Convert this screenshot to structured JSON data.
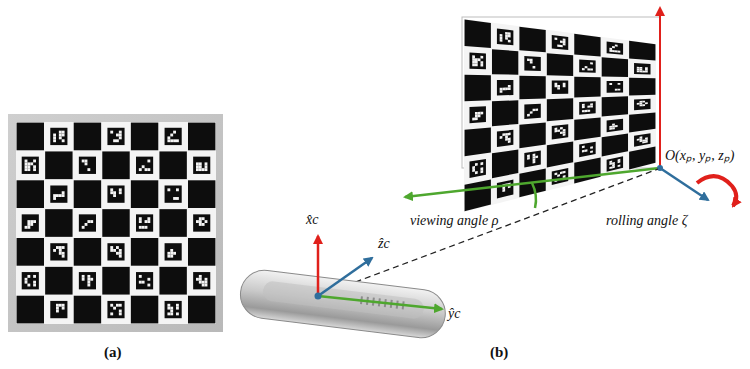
{
  "diagram": {
    "labels": [
      "(a)",
      "x̂c",
      "ẑc",
      "ŷc",
      "viewing angle ρ",
      "rolling angle ζ",
      "O(xₚ, yₚ, zₚ)",
      "(b)"
    ]
  }
}
